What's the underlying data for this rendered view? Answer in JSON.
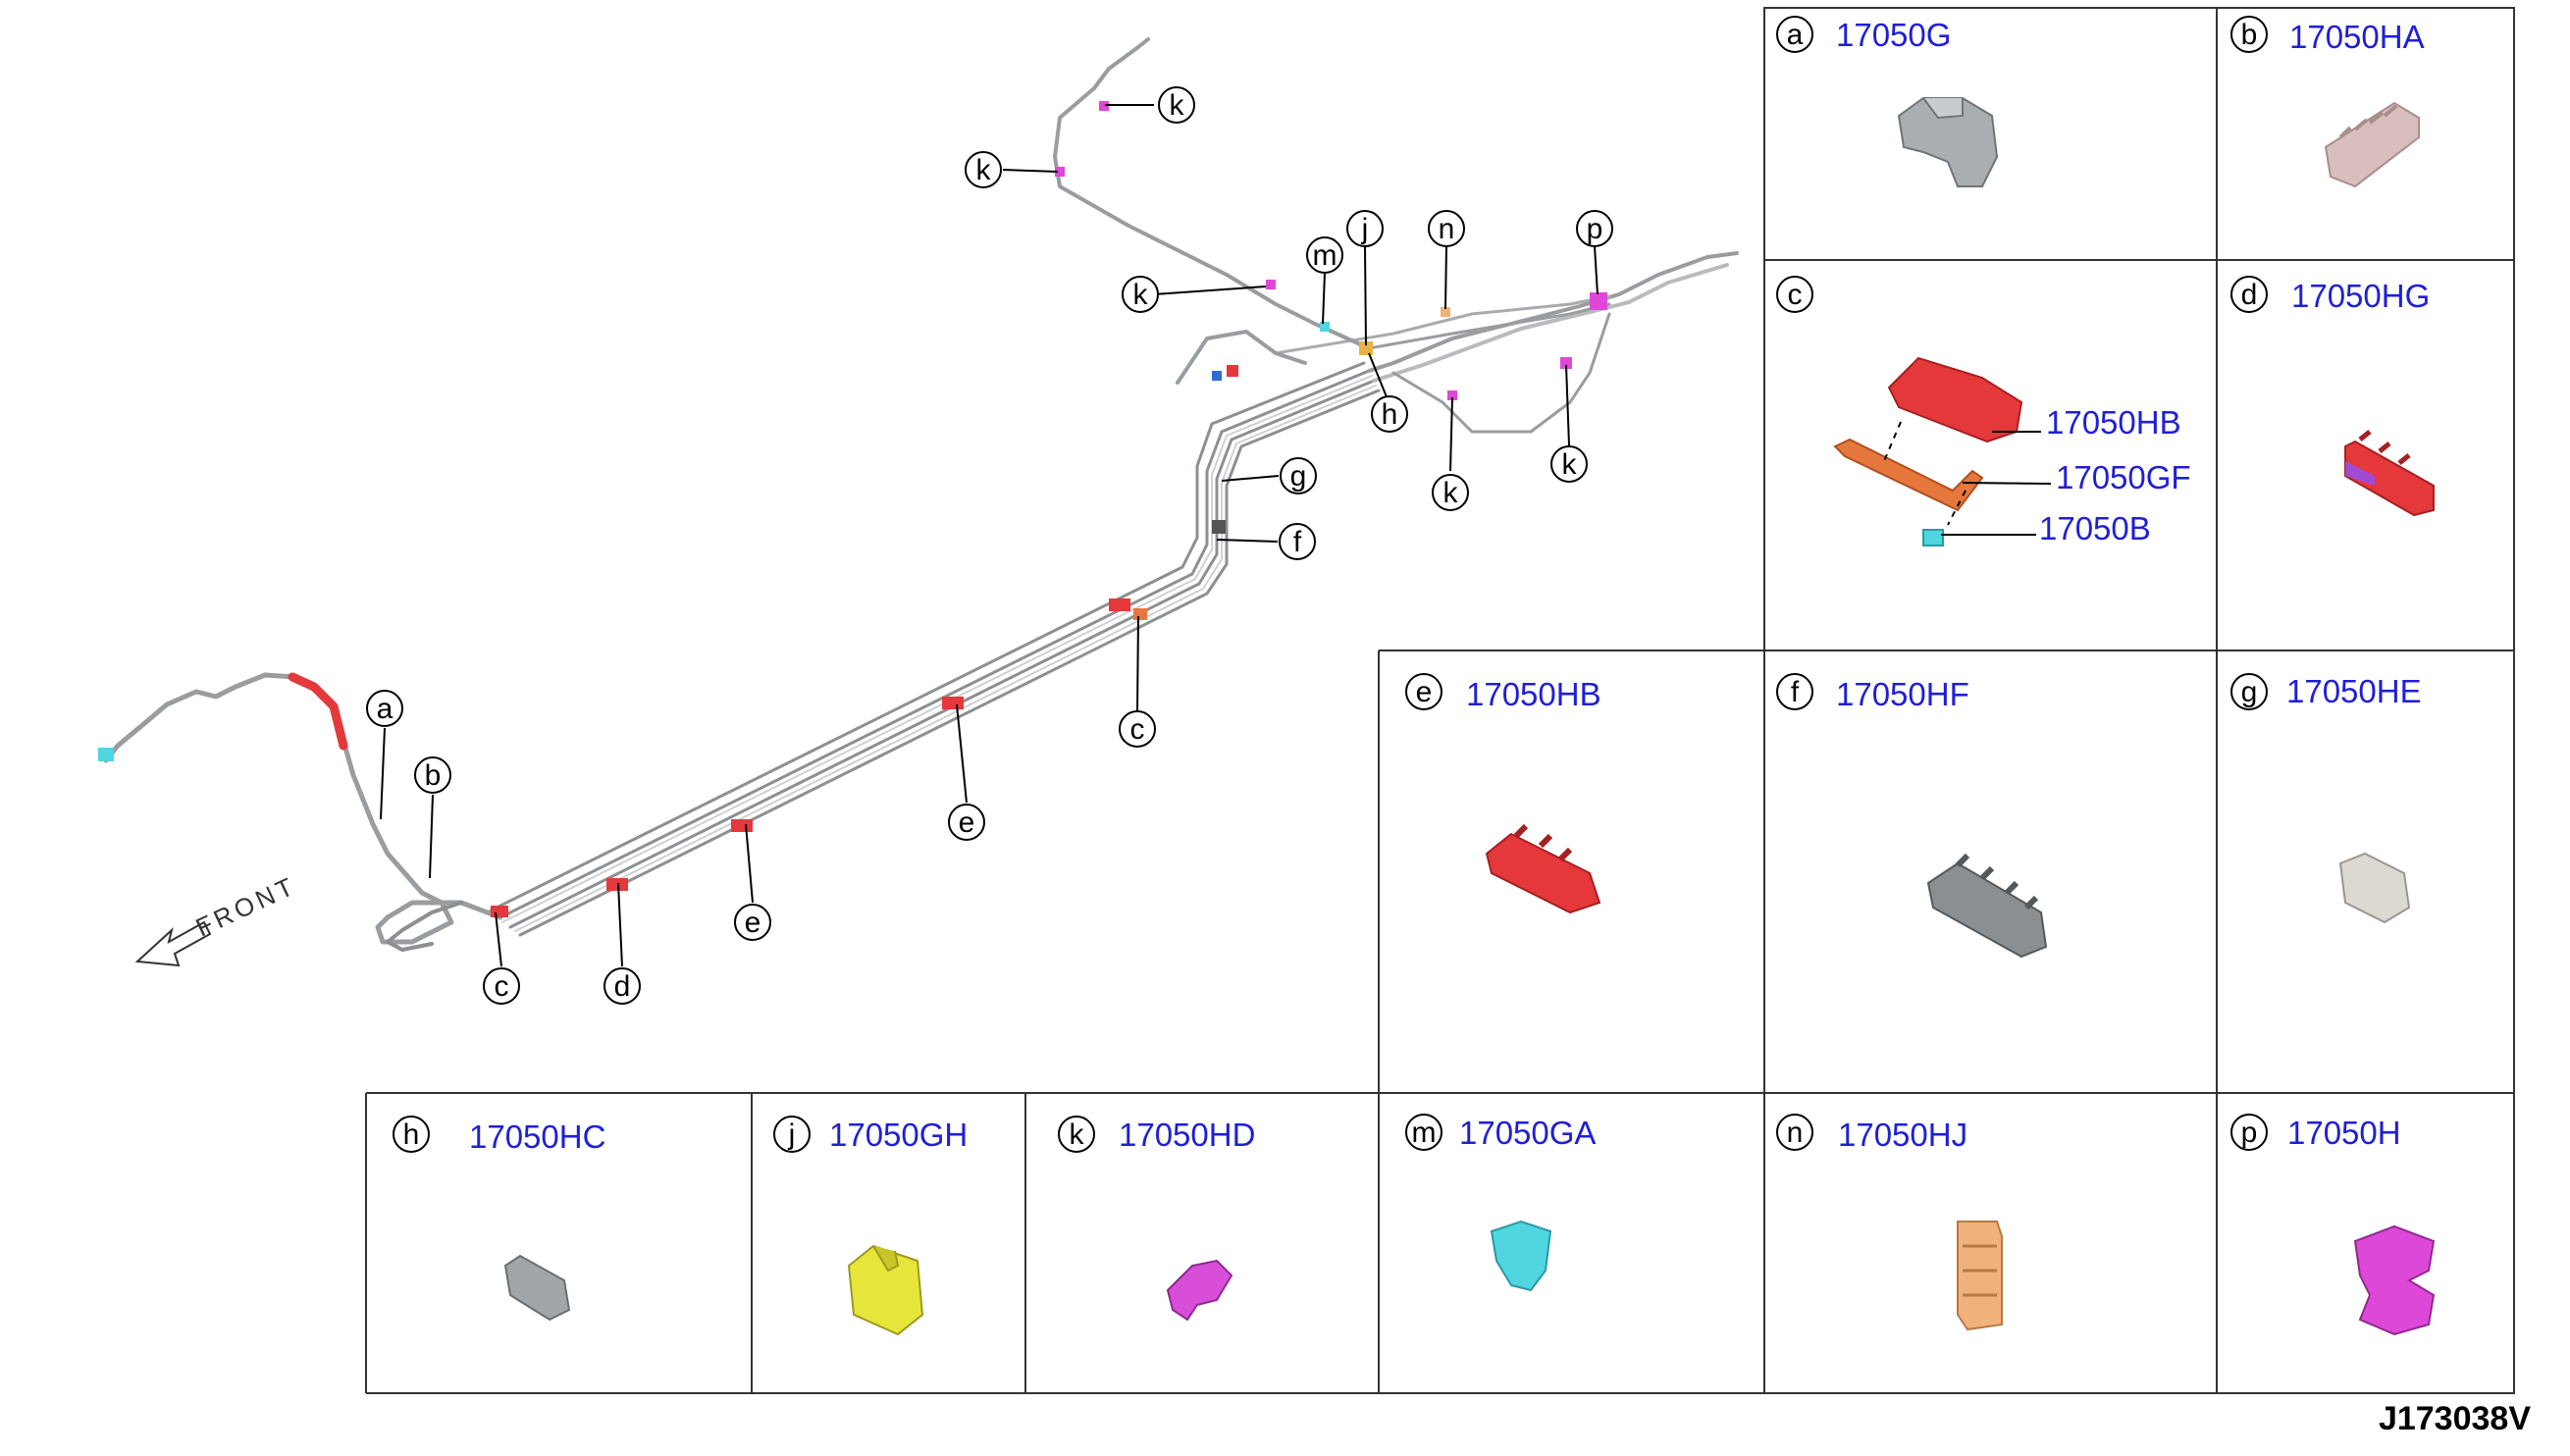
{
  "drawing_id": "J173038V",
  "front_label": "FRONT",
  "callouts": {
    "a": "a",
    "b": "b",
    "c": "c",
    "d": "d",
    "e": "e",
    "f": "f",
    "g": "g",
    "h": "h",
    "j": "j",
    "k": "k",
    "m": "m",
    "n": "n",
    "p": "p"
  },
  "parts": [
    {
      "key": "a",
      "letter": "a",
      "numbers": [
        "17050G"
      ],
      "color": "#a9aeb0"
    },
    {
      "key": "b",
      "letter": "b",
      "numbers": [
        "17050HA"
      ],
      "color": "#d8bfbd"
    },
    {
      "key": "c",
      "letter": "c",
      "numbers": [
        "17050HB",
        "17050GF",
        "17050B"
      ],
      "color": "#e4383b"
    },
    {
      "key": "d",
      "letter": "d",
      "numbers": [
        "17050HG"
      ],
      "color": "#e4383b"
    },
    {
      "key": "e",
      "letter": "e",
      "numbers": [
        "17050HB"
      ],
      "color": "#e4383b"
    },
    {
      "key": "f",
      "letter": "f",
      "numbers": [
        "17050HF"
      ],
      "color": "#8c8f92"
    },
    {
      "key": "g",
      "letter": "g",
      "numbers": [
        "17050HE"
      ],
      "color": "#dcd8d2"
    },
    {
      "key": "h",
      "letter": "h",
      "numbers": [
        "17050HC"
      ],
      "color": "#a3a6a8"
    },
    {
      "key": "j",
      "letter": "j",
      "numbers": [
        "17050GH"
      ],
      "color": "#e6e53a"
    },
    {
      "key": "k",
      "letter": "k",
      "numbers": [
        "17050HD"
      ],
      "color": "#d94ed9"
    },
    {
      "key": "m",
      "letter": "m",
      "numbers": [
        "17050GA"
      ],
      "color": "#4fd6e0"
    },
    {
      "key": "n",
      "letter": "n",
      "numbers": [
        "17050HJ"
      ],
      "color": "#f0b27a"
    },
    {
      "key": "p",
      "letter": "p",
      "numbers": [
        "17050H"
      ],
      "color": "#de48d8"
    }
  ]
}
